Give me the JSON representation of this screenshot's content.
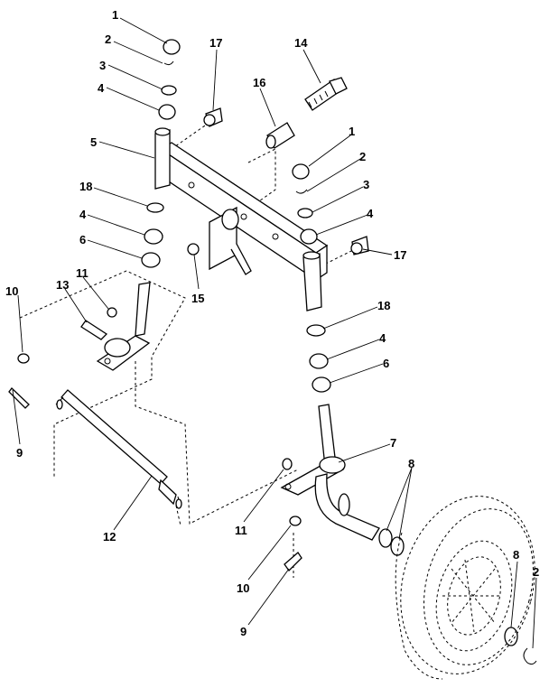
{
  "diagram": {
    "callouts": [
      {
        "id": "c1a",
        "text": "1"
      },
      {
        "id": "c2a",
        "text": "2"
      },
      {
        "id": "c3a",
        "text": "3"
      },
      {
        "id": "c4a",
        "text": "4"
      },
      {
        "id": "c5",
        "text": "5"
      },
      {
        "id": "c18a",
        "text": "18"
      },
      {
        "id": "c4b",
        "text": "4"
      },
      {
        "id": "c6a",
        "text": "6"
      },
      {
        "id": "c17a",
        "text": "17"
      },
      {
        "id": "c14",
        "text": "14"
      },
      {
        "id": "c16",
        "text": "16"
      },
      {
        "id": "c1b",
        "text": "1"
      },
      {
        "id": "c2b",
        "text": "2"
      },
      {
        "id": "c3b",
        "text": "3"
      },
      {
        "id": "c4c",
        "text": "4"
      },
      {
        "id": "c17b",
        "text": "17"
      },
      {
        "id": "c15",
        "text": "15"
      },
      {
        "id": "c10a",
        "text": "10"
      },
      {
        "id": "c11a",
        "text": "11"
      },
      {
        "id": "c13",
        "text": "13"
      },
      {
        "id": "c9a",
        "text": "9"
      },
      {
        "id": "c18b",
        "text": "18"
      },
      {
        "id": "c4d",
        "text": "4"
      },
      {
        "id": "c6b",
        "text": "6"
      },
      {
        "id": "c7",
        "text": "7"
      },
      {
        "id": "c8a",
        "text": "8"
      },
      {
        "id": "c12",
        "text": "12"
      },
      {
        "id": "c11b",
        "text": "11"
      },
      {
        "id": "c10b",
        "text": "10"
      },
      {
        "id": "c9b",
        "text": "9"
      },
      {
        "id": "c8b",
        "text": "8"
      },
      {
        "id": "c2c",
        "text": "2"
      }
    ]
  }
}
